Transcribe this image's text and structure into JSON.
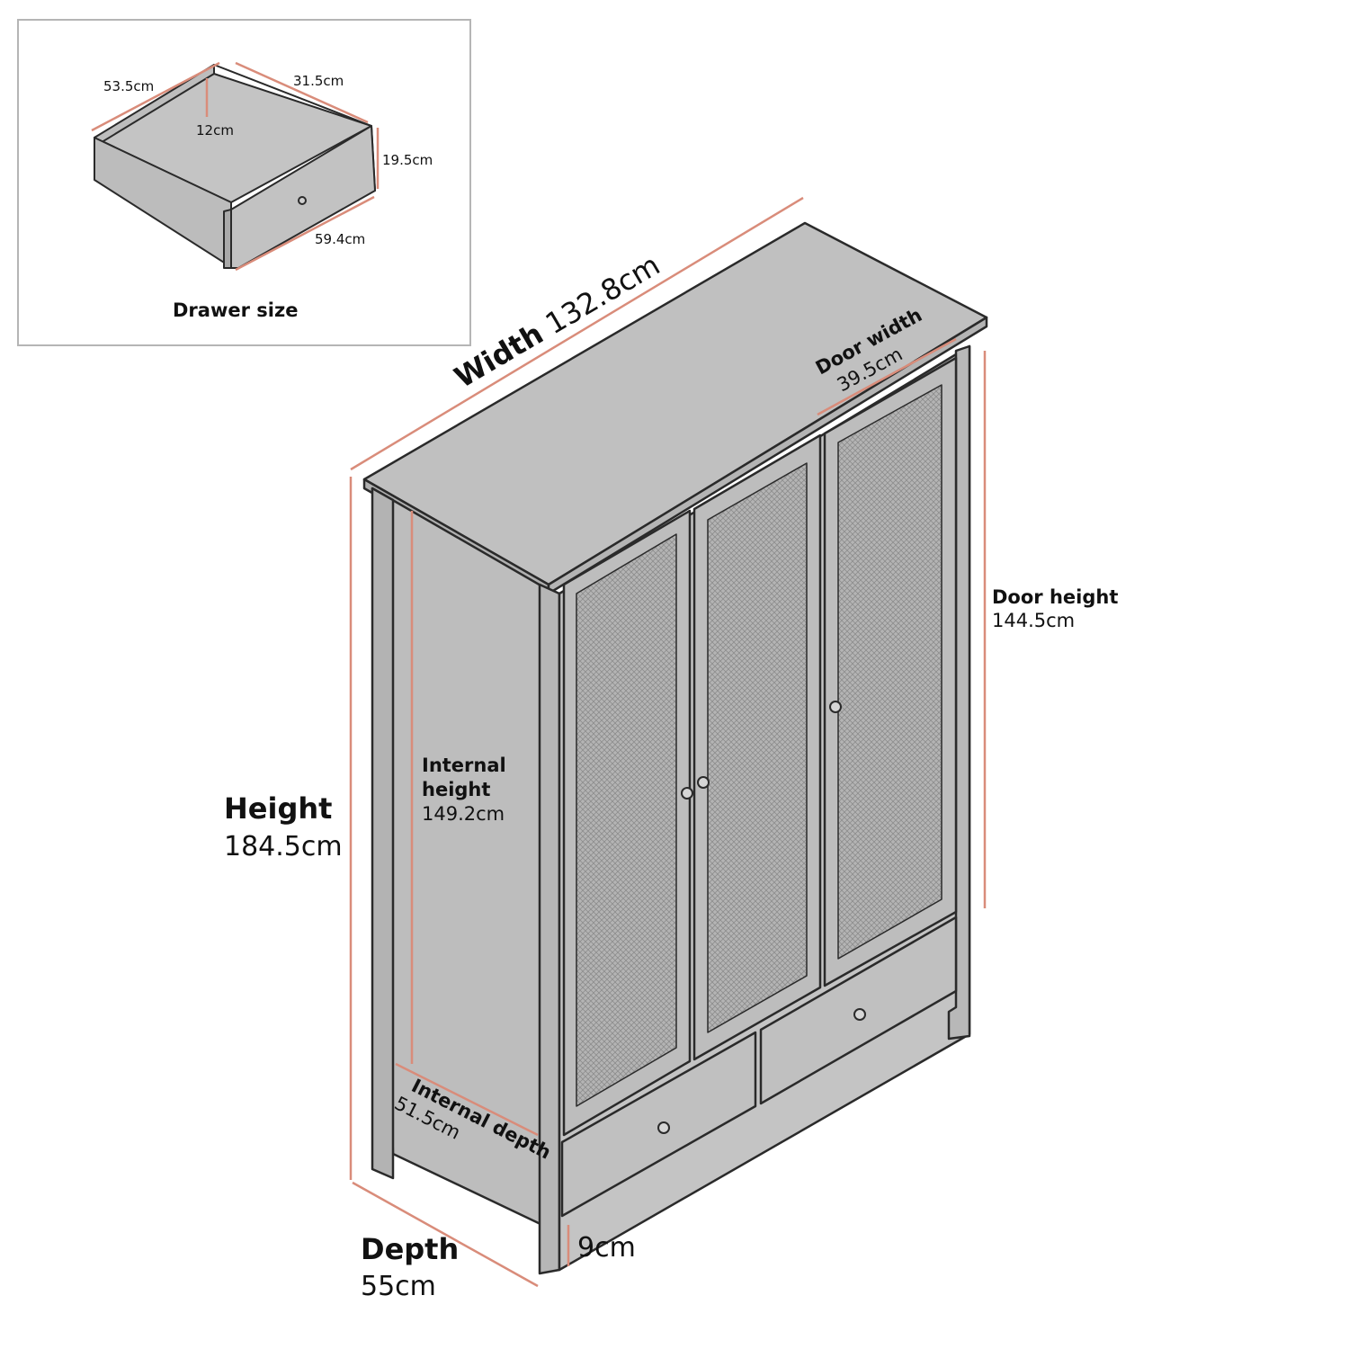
{
  "inset": {
    "title": "Drawer size",
    "depth": "53.5cm",
    "width_back": "31.5cm",
    "inner_height": "12cm",
    "height": "19.5cm",
    "front_width": "59.4cm"
  },
  "overall": {
    "width_label": "Width",
    "width_value": "132.8cm",
    "height_label": "Height",
    "height_value": "184.5cm",
    "depth_label": "Depth",
    "depth_value": "55cm"
  },
  "door": {
    "width_label": "Door width",
    "width_value": "39.5cm",
    "height_label": "Door height",
    "height_value": "144.5cm"
  },
  "internal": {
    "height_label_1": "Internal",
    "height_label_2": "height",
    "height_value": "149.2cm",
    "depth_label": "Internal depth",
    "depth_value": "51.5cm"
  },
  "leg": {
    "height_value": "9cm"
  },
  "colors": {
    "body": "#bfbfbf",
    "outline": "#2a2a2a",
    "dimension_line": "#d98c7a",
    "panel_mesh": "#a8a8a8",
    "inset_border": "#b5b5b5"
  }
}
